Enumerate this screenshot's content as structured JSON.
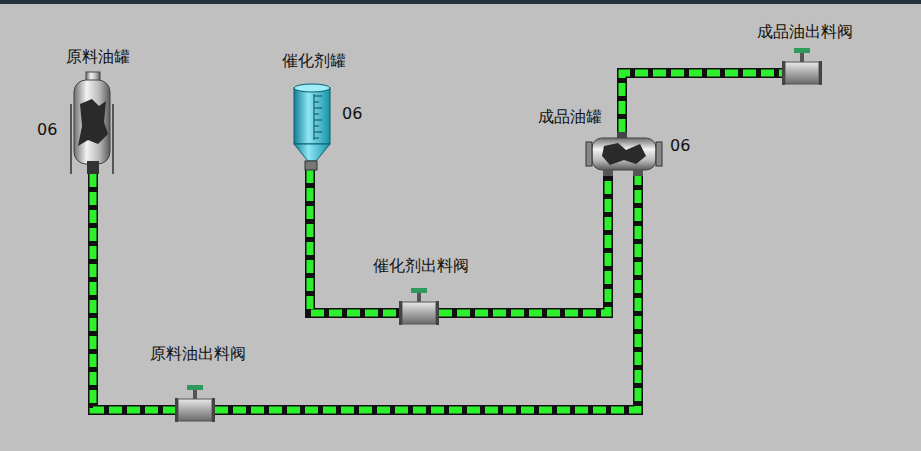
{
  "diagram": {
    "nodes": [
      {
        "text": [
          "原料油罐",
          "06"
        ]
      },
      {
        "text": [
          "催化剂罐",
          "06"
        ]
      },
      {
        "text": [
          "成品油罐",
          "06"
        ]
      },
      {
        "text": [
          "成品油出料阀"
        ]
      },
      {
        "text": [
          "催化剂出料阀"
        ]
      },
      {
        "text": [
          "原料油出料阀"
        ]
      }
    ],
    "edges": [
      {
        "from": 0,
        "to": 5,
        "arrow": "none"
      },
      {
        "from": 5,
        "to": 2,
        "arrow": "none"
      },
      {
        "from": 1,
        "to": 4,
        "arrow": "none"
      },
      {
        "from": 4,
        "to": 2,
        "arrow": "none"
      },
      {
        "from": 2,
        "to": 3,
        "arrow": "none"
      }
    ]
  }
}
